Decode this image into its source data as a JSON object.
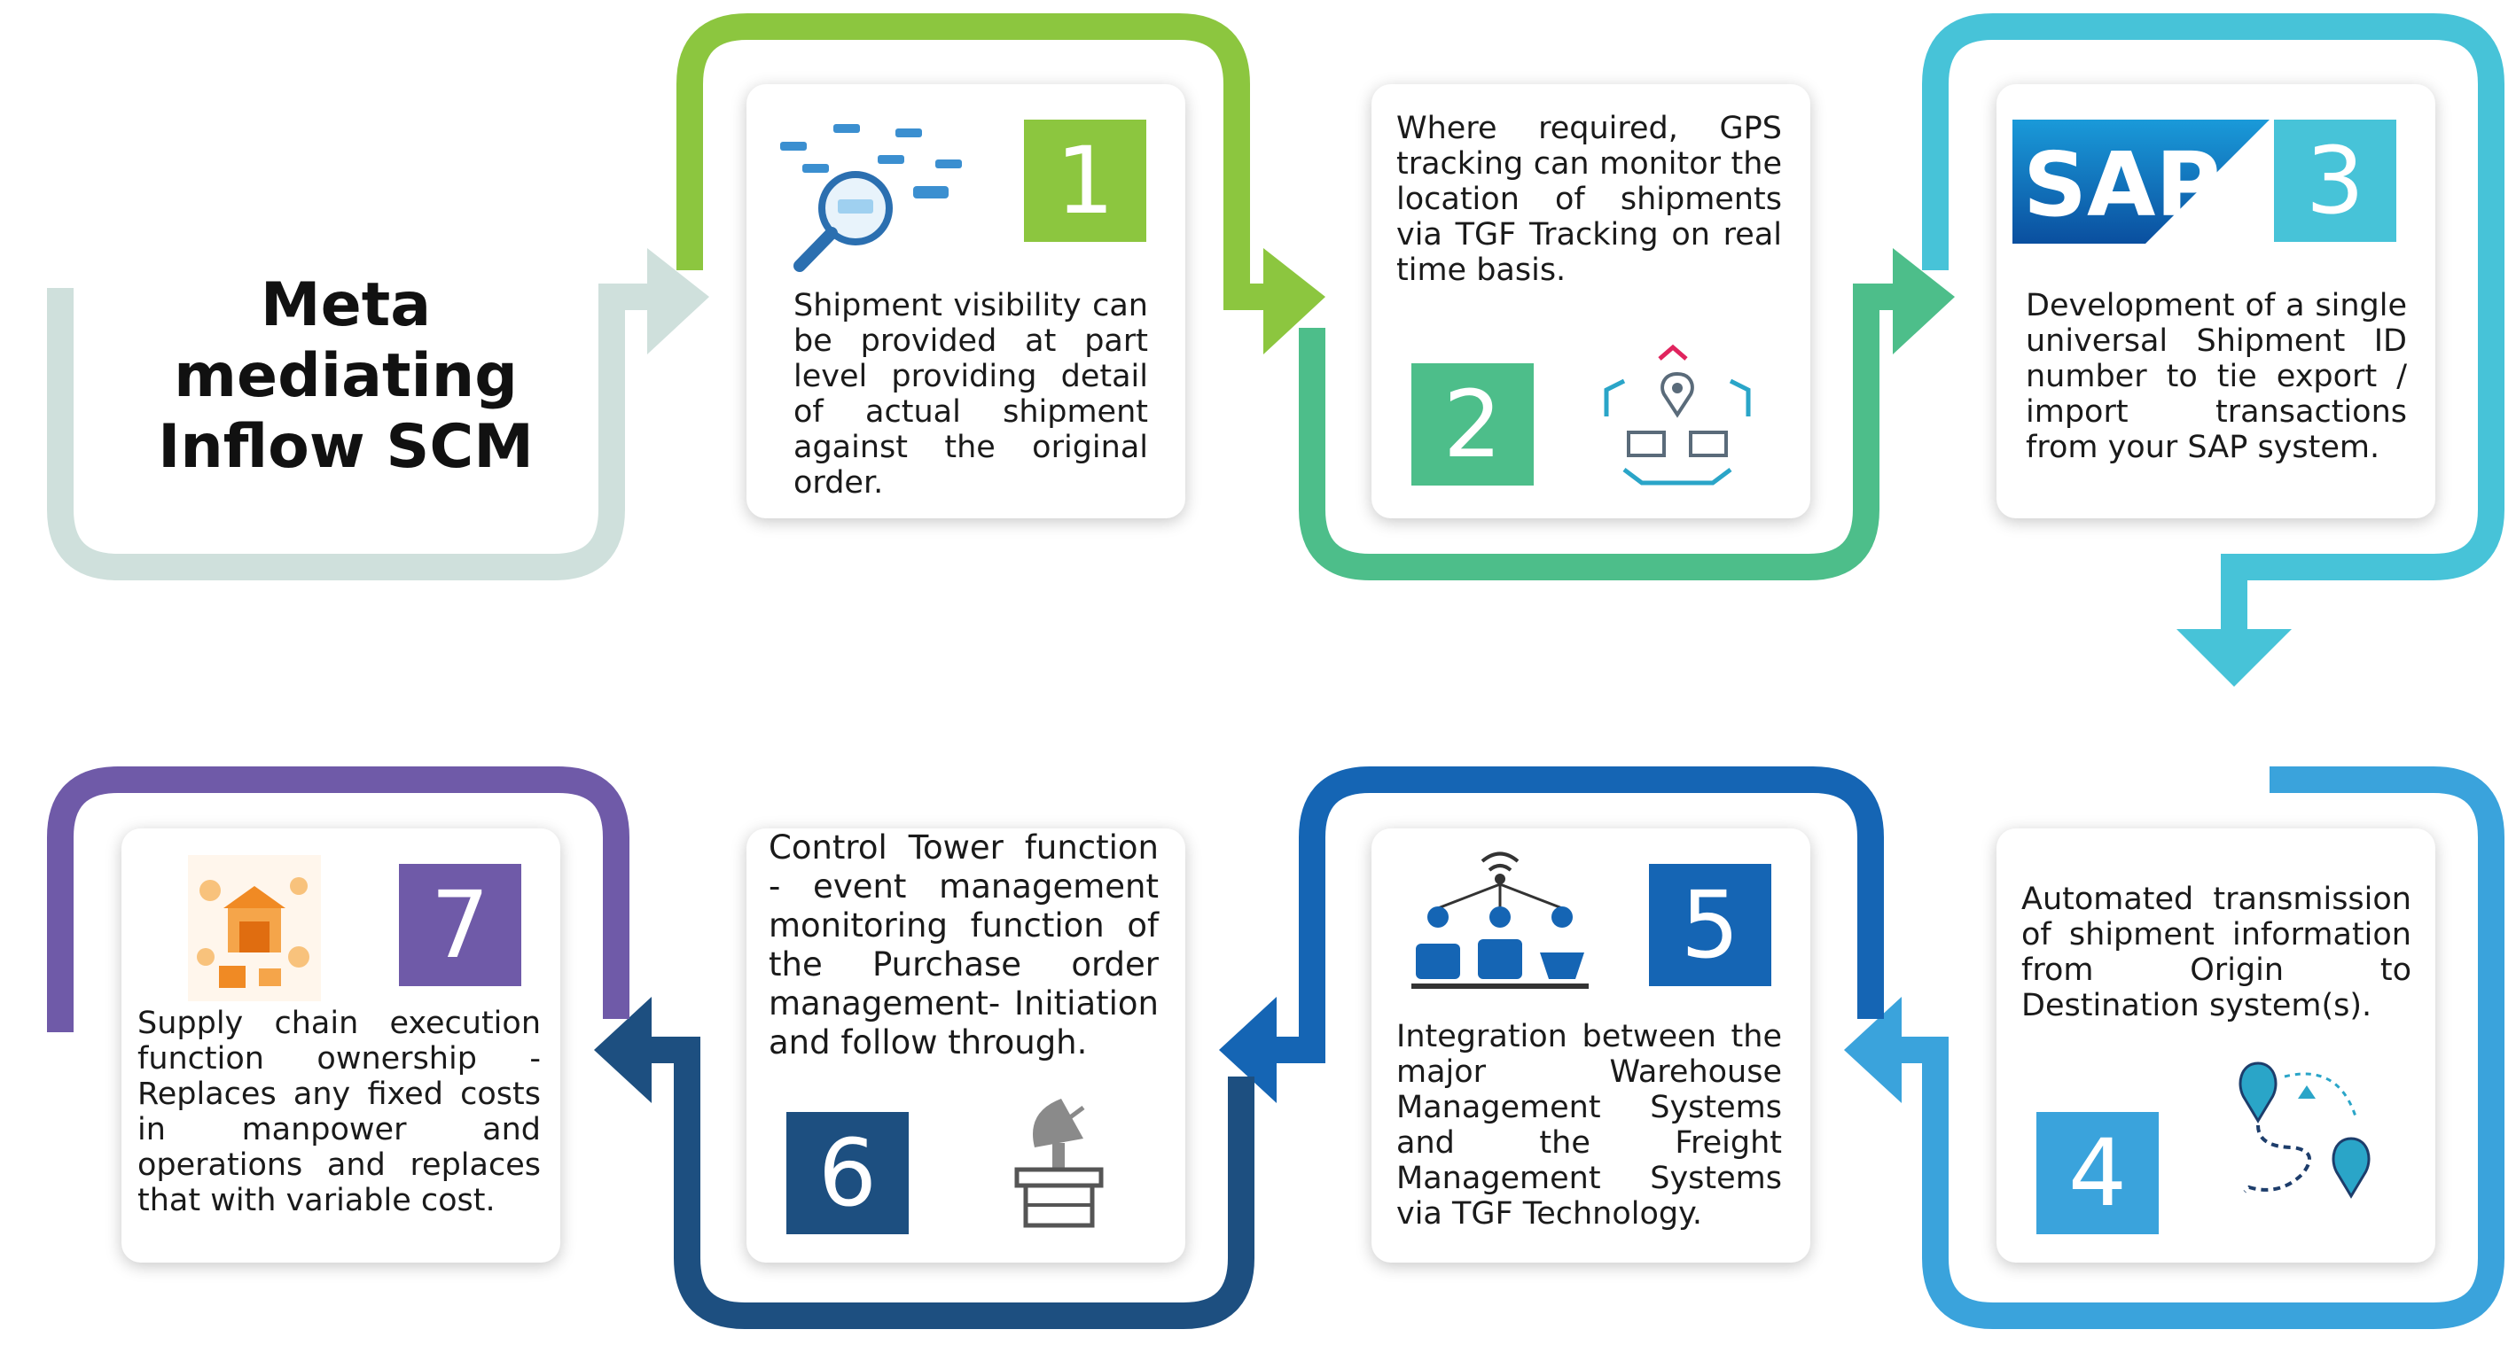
{
  "title": "Meta mediating Inflow SCM",
  "steps": [
    {
      "number": "1",
      "text": "Shipment visibility can be provided at part level providing detail of actual shipment against the original order.",
      "color": "#8cc63f"
    },
    {
      "number": "2",
      "text": "Where required, GPS tracking can monitor the location of shipments via TGF Tracking on real time basis.",
      "color": "#4dbe8a"
    },
    {
      "number": "3",
      "text": "Development of a single universal Shipment ID number to tie export / import transactions from your SAP system.",
      "color": "#47c3d8"
    },
    {
      "number": "4",
      "text": "Automated transmission of shipment information from Origin to Destination system(s).",
      "color": "#3aa3dc"
    },
    {
      "number": "5",
      "text": "Integration between the major Warehouse Management Systems and the Freight Management Systems via TGF Technology.",
      "color": "#1565b4"
    },
    {
      "number": "6",
      "text": "Control Tower function - event management monitoring function of the Purchase order management- Initiation and follow through.",
      "color": "#1d4f80"
    },
    {
      "number": "7",
      "text": "Supply chain execution function ownership - Replaces any fixed costs in manpower and operations and replaces that with variable cost.",
      "color": "#6f5aa8"
    }
  ],
  "logo": {
    "text": "SAP"
  },
  "icons": {
    "step1": "magnifier-ships-icon",
    "step2": "gps-tracking-icon",
    "step3": "sap-logo",
    "step4": "route-pins-icon",
    "step5": "transport-network-icon",
    "step6": "satellite-dish-icon",
    "step7": "warehouse-logistics-icon"
  }
}
